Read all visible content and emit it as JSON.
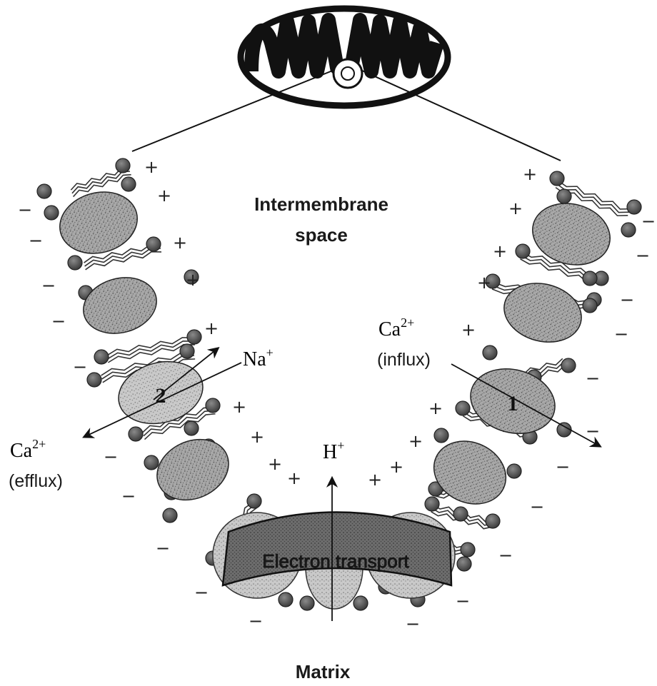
{
  "labels": {
    "intermembrane_line1": "Intermembrane",
    "intermembrane_line2": "space",
    "matrix": "Matrix",
    "electron_transport": "Electron transport",
    "h_plus": "H",
    "plus_sup": "+",
    "na_plus": "Na",
    "ca_base": "Ca",
    "ca_sup": "2+",
    "influx": "(influx)",
    "efflux": "(efflux)",
    "transporter_1": "1",
    "transporter_2": "2"
  },
  "signs": {
    "positive": "+",
    "negative": "−"
  },
  "colors": {
    "ink": "#1a1a1a",
    "protein_fill": "#9b9b9b",
    "transport_fill": "#6e6e6e",
    "head_fill": "#5a5a5a"
  },
  "icons": {
    "mitochondrion": "mitochondrion-icon",
    "arrow": "arrow-icon"
  }
}
